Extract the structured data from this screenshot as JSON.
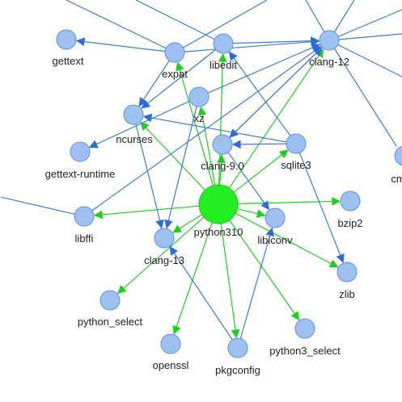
{
  "colors": {
    "node_fill": "#9fc1f2",
    "node_stroke": "#5b8fdc",
    "center_fill": "#22ee22",
    "center_stroke": "#19c819",
    "edge_blue": "#3f7ad8",
    "edge_green": "#1fcf1f"
  },
  "nodes": [
    {
      "id": "gettext",
      "label": "gettext",
      "center": false
    },
    {
      "id": "expat",
      "label": "expat",
      "center": false
    },
    {
      "id": "libedit",
      "label": "libedit",
      "center": false
    },
    {
      "id": "clang-12",
      "label": "clang-12",
      "center": false
    },
    {
      "id": "xz",
      "label": "xz",
      "center": false
    },
    {
      "id": "ncurses",
      "label": "ncurses",
      "center": false
    },
    {
      "id": "gettext-runtime",
      "label": "gettext-runtime",
      "center": false
    },
    {
      "id": "clang-9.0",
      "label": "clang-9.0",
      "center": false
    },
    {
      "id": "sqlite3",
      "label": "sqlite3",
      "center": false
    },
    {
      "id": "cm",
      "label": "cm",
      "center": false
    },
    {
      "id": "libffi",
      "label": "libffi",
      "center": false
    },
    {
      "id": "python310",
      "label": "python310",
      "center": true
    },
    {
      "id": "libiconv",
      "label": "libiconv",
      "center": false
    },
    {
      "id": "bzip2",
      "label": "bzip2",
      "center": false
    },
    {
      "id": "clang-13",
      "label": "clang-13",
      "center": false
    },
    {
      "id": "zlib",
      "label": "zlib",
      "center": false
    },
    {
      "id": "python_select",
      "label": "python_select",
      "center": false
    },
    {
      "id": "openssl",
      "label": "openssl",
      "center": false
    },
    {
      "id": "pkgconfig",
      "label": "pkgconfig",
      "center": false
    },
    {
      "id": "python3_select",
      "label": "python3_select",
      "center": false
    }
  ],
  "edges": [
    {
      "from": "python310",
      "to": "ncurses",
      "type": "green"
    },
    {
      "from": "python310",
      "to": "libffi",
      "type": "green"
    },
    {
      "from": "python310",
      "to": "clang-9.0",
      "type": "green"
    },
    {
      "from": "python310",
      "to": "sqlite3",
      "type": "green"
    },
    {
      "from": "python310",
      "to": "bzip2",
      "type": "green"
    },
    {
      "from": "python310",
      "to": "zlib",
      "type": "green"
    },
    {
      "from": "python310",
      "to": "libiconv",
      "type": "green"
    },
    {
      "from": "python310",
      "to": "clang-13",
      "type": "green"
    },
    {
      "from": "python310",
      "to": "python_select",
      "type": "green"
    },
    {
      "from": "python310",
      "to": "openssl",
      "type": "green"
    },
    {
      "from": "python310",
      "to": "pkgconfig",
      "type": "green"
    },
    {
      "from": "python310",
      "to": "python3_select",
      "type": "green"
    },
    {
      "from": "python310",
      "to": "xz",
      "type": "green"
    },
    {
      "from": "python310",
      "to": "expat",
      "type": "green"
    },
    {
      "from": "python310",
      "to": "libedit",
      "type": "green"
    },
    {
      "from": "python310",
      "to": "clang-12",
      "type": "green"
    },
    {
      "from": "expat",
      "to": "gettext",
      "type": "blue"
    },
    {
      "from": "expat",
      "to": "ncurses",
      "type": "blue"
    },
    {
      "from": "expat",
      "to": "clang-12",
      "type": "blue"
    },
    {
      "from": "libedit",
      "to": "ncurses",
      "type": "blue"
    },
    {
      "from": "libedit",
      "to": "clang-12",
      "type": "blue"
    },
    {
      "from": "xz",
      "to": "gettext-runtime",
      "type": "blue"
    },
    {
      "from": "xz",
      "to": "clang-12",
      "type": "blue"
    },
    {
      "from": "xz",
      "to": "clang-13",
      "type": "blue"
    },
    {
      "from": "sqlite3",
      "to": "ncurses",
      "type": "blue"
    },
    {
      "from": "sqlite3",
      "to": "clang-9.0",
      "type": "blue"
    },
    {
      "from": "sqlite3",
      "to": "zlib",
      "type": "blue"
    },
    {
      "from": "sqlite3",
      "to": "libedit",
      "type": "blue"
    },
    {
      "from": "clang-9.0",
      "to": "libiconv",
      "type": "blue"
    },
    {
      "from": "clang-9.0",
      "to": "clang-12",
      "type": "blue"
    },
    {
      "from": "clang-12",
      "to": "clang-9.0",
      "type": "blue"
    },
    {
      "from": "ncurses",
      "to": "clang-13",
      "type": "blue"
    },
    {
      "from": "libffi",
      "to": "clang-12",
      "type": "blue"
    },
    {
      "from": "pkgconfig",
      "to": "libiconv",
      "type": "blue"
    },
    {
      "from": "pkgconfig",
      "to": "clang-13",
      "type": "blue"
    },
    {
      "from": "libffi",
      "to": "offscreen-left",
      "type": "blue"
    }
  ]
}
